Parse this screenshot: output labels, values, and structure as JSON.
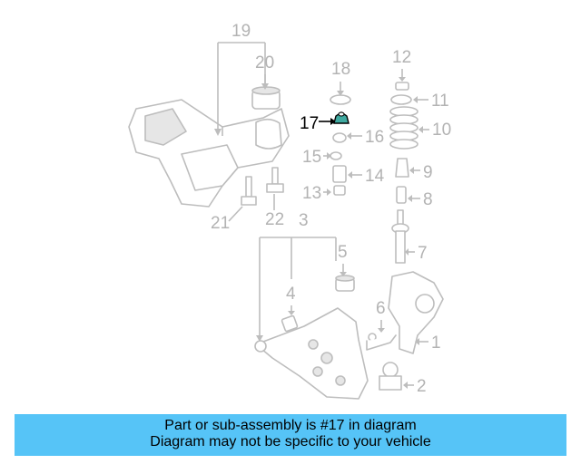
{
  "diagram": {
    "highlighted_part": "17",
    "callouts": [
      "1",
      "2",
      "3",
      "4",
      "5",
      "6",
      "7",
      "8",
      "9",
      "10",
      "11",
      "12",
      "13",
      "14",
      "15",
      "16",
      "17",
      "18",
      "19",
      "20",
      "21",
      "22"
    ]
  },
  "banner": {
    "line1": "Part or sub-assembly is #17 in diagram",
    "line2": "Diagram may not be specific to your vehicle",
    "background": "#56c4f7"
  },
  "colors": {
    "line_art": "#bdbdbd",
    "highlight_part": "#3fa9a0"
  }
}
